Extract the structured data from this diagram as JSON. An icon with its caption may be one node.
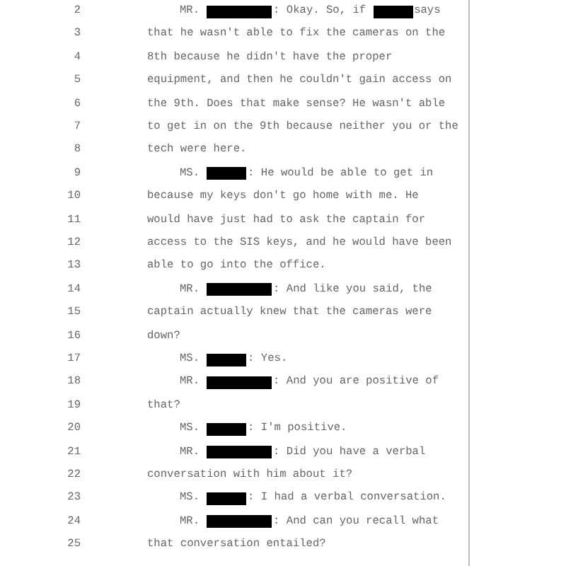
{
  "diagram": {
    "labels": [
      "2",
      "MR.",
      ": Okay. So, if",
      "says",
      "3",
      "that he wasn't able to fix the cameras on the",
      "4",
      "8th because he didn't have the proper",
      "5",
      "equipment, and then he couldn't gain access on",
      "6",
      "the 9th. Does that make sense? He wasn't able",
      "7",
      "to get in on the 9th because neither you or the",
      "8",
      "tech were here.",
      "9",
      "MS.",
      ": He would be able to get in",
      "10",
      "because my keys don't go home with me. He",
      "11",
      "would have just had to ask the captain for",
      "12",
      "access to the SIS keys, and he would have been",
      "13",
      "able to go into the office.",
      "14",
      "MR.",
      ": And like you said, the",
      "15",
      "captain actually knew that the cameras were",
      "16",
      "down?",
      "17",
      "MS.",
      ": Yes.",
      "18",
      "MR.",
      ": And you are positive of",
      "19",
      "that?",
      "20",
      "MS.",
      ": I'm positive.",
      "21",
      "MR.",
      ": Did you have a verbal",
      "22",
      "conversation with him about it?",
      "23",
      "MS.",
      ": I had a verbal conversation.",
      "24",
      "MR.",
      ": And can you recall what",
      "25",
      "that conversation entailed?"
    ]
  }
}
